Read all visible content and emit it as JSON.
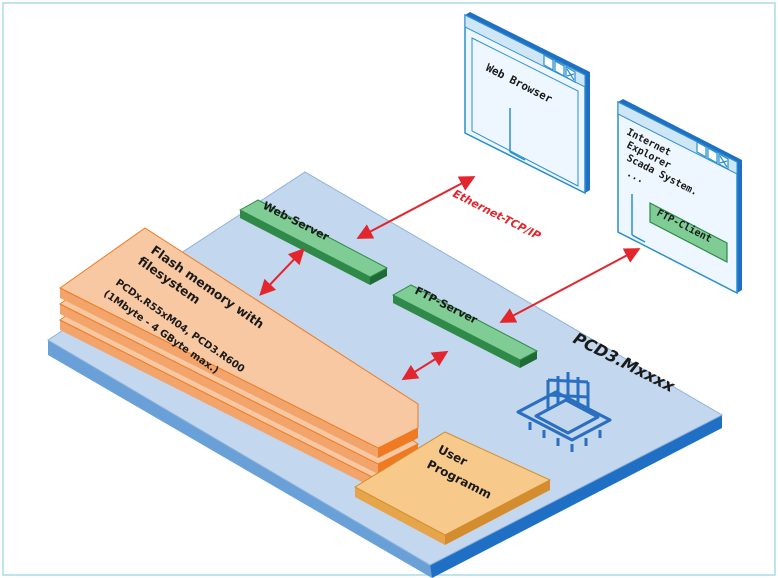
{
  "diagram": {
    "plc_label": "PCD3.Mxxxx",
    "web_server_label": "Web-Server",
    "ftp_server_label": "FTP-Server",
    "flash_title_line1": "Flash memory with",
    "flash_title_line2": "filesystem",
    "flash_detail_line1": "PCDx.R55xM04, PCD3.R600",
    "flash_detail_line2": "(1Mbyte - 4 GByte max.)",
    "user_program_line1": "User",
    "user_program_line2": "Programm",
    "network_label": "Ethernet-TCP/IP",
    "web_browser_label": "Web Browser",
    "client_lines": [
      "Internet",
      "Explorer",
      "Scada System.",
      "..."
    ],
    "ftp_client_label": "FTP-Client"
  },
  "colors": {
    "frame_border": "#a8dbe8",
    "board_top": "#c3d7ee",
    "board_edge": "#1f6fc4",
    "server_top": "#7fcc95",
    "server_side": "#2f8a4a",
    "flash_top": "#f8c8a2",
    "flash_side": "#ef7a22",
    "user_top": "#f7c98a",
    "user_side": "#e6a54a",
    "window_fill": "#eef7ff",
    "window_stroke": "#2a8fce",
    "arrow": "#e3262e",
    "text": "#1a1a1a"
  }
}
